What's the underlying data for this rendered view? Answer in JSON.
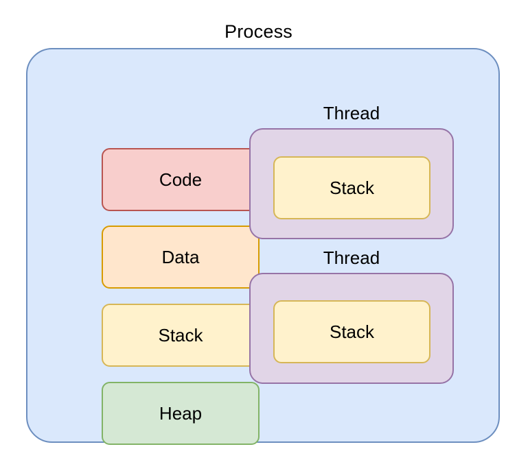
{
  "diagram": {
    "title": "Process",
    "process": {
      "label": "Process",
      "fill": "#dae8fc",
      "stroke": "#6c8ebf",
      "segments": [
        {
          "label": "Code",
          "fill": "#f8cecc",
          "stroke": "#b85450"
        },
        {
          "label": "Data",
          "fill": "#ffe6cc",
          "stroke": "#d79b00"
        },
        {
          "label": "Stack",
          "fill": "#fff2cc",
          "stroke": "#d6b656"
        },
        {
          "label": "Heap",
          "fill": "#d5e8d4",
          "stroke": "#82b366"
        }
      ],
      "threads": [
        {
          "label": "Thread",
          "fill": "#e1d5e7",
          "stroke": "#9673a6",
          "stack": {
            "label": "Stack",
            "fill": "#fff2cc",
            "stroke": "#d6b656"
          }
        },
        {
          "label": "Thread",
          "fill": "#e1d5e7",
          "stroke": "#9673a6",
          "stack": {
            "label": "Stack",
            "fill": "#fff2cc",
            "stroke": "#d6b656"
          }
        }
      ]
    }
  }
}
